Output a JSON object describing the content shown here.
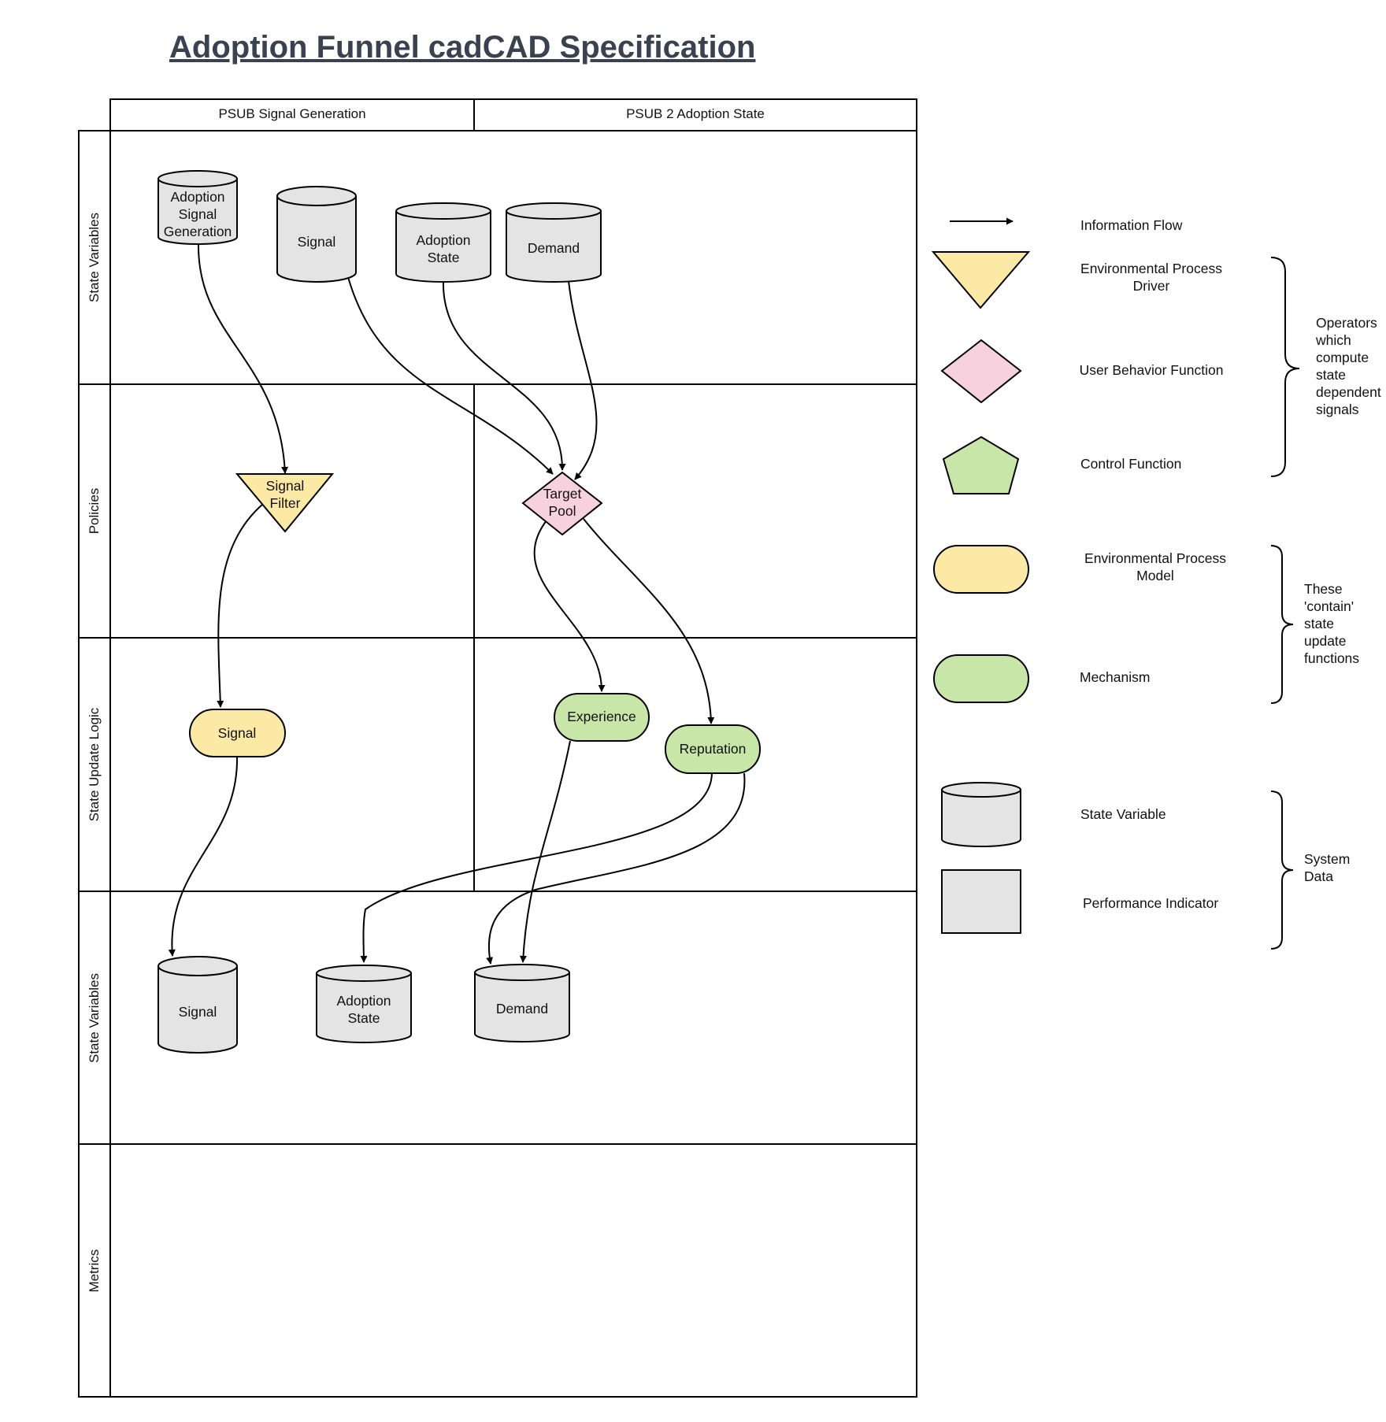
{
  "title": "Adoption Funnel cadCAD Specification",
  "columns": [
    "PSUB  Signal Generation",
    "PSUB 2 Adoption State"
  ],
  "rows": [
    "State Variables",
    "Policies",
    "State Update Logic",
    "State Variables",
    "Metrics"
  ],
  "nodes": {
    "sv_adoption_signal_generation": [
      "Adoption",
      "Signal",
      "Generation"
    ],
    "sv_signal_top": [
      "Signal"
    ],
    "sv_adoption_state_top": [
      "Adoption",
      "State"
    ],
    "sv_demand_top": [
      "Demand"
    ],
    "pol_signal_filter": [
      "Signal",
      "Filter"
    ],
    "pol_target_pool": [
      "Target",
      "Pool"
    ],
    "mech_signal": [
      "Signal"
    ],
    "mech_experience": [
      "Experience"
    ],
    "mech_reputation": [
      "Reputation"
    ],
    "sv_signal_bottom": [
      "Signal"
    ],
    "sv_adoption_state_bottom": [
      "Adoption",
      "State"
    ],
    "sv_demand_bottom": [
      "Demand"
    ]
  },
  "legend": {
    "information_flow": [
      "Information Flow"
    ],
    "env_process_driver": [
      "Environmental Process",
      "Driver"
    ],
    "user_behavior_function": [
      "User Behavior Function"
    ],
    "control_function": [
      "Control Function"
    ],
    "env_process_model": [
      "Environmental Process",
      "Model"
    ],
    "mechanism": [
      "Mechanism"
    ],
    "state_variable": [
      "State Variable"
    ],
    "performance_indicator": [
      "Performance Indicator"
    ]
  },
  "groups": {
    "operators": [
      "Operators",
      "which",
      "compute",
      "state",
      "dependent",
      "signals"
    ],
    "contain": [
      "These",
      "'contain'",
      "state",
      "update",
      "functions"
    ],
    "system_data": [
      "System",
      "Data"
    ]
  },
  "colors": {
    "header_fill": "#cccccc",
    "state_variable_fill": "#e4e4e4",
    "env_process_fill": "#fde9a6",
    "behavior_fill": "#f8d1de",
    "mechanism_fill": "#c8e6a8",
    "title_color": "#3a4150"
  }
}
